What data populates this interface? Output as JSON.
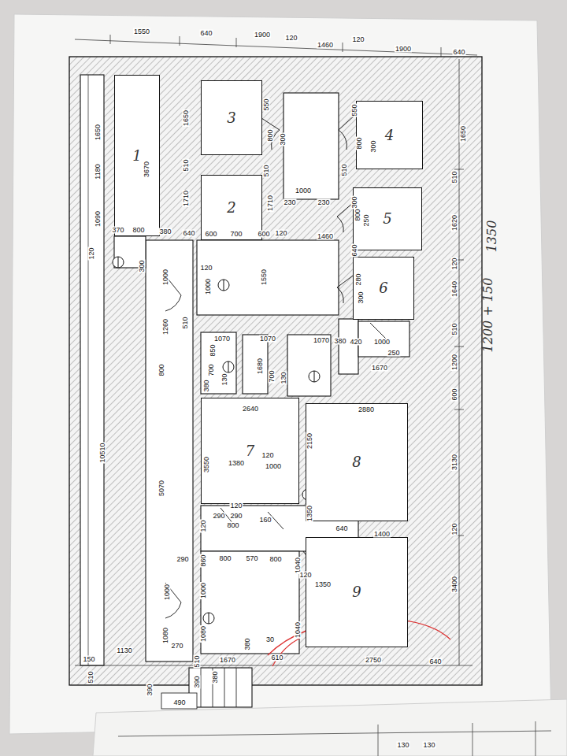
{
  "diagram": {
    "nodes": [
      {
        "text": [
          "1"
        ]
      },
      {
        "text": [
          "3"
        ]
      },
      {
        "text": [
          "4"
        ]
      },
      {
        "text": [
          "2"
        ]
      },
      {
        "text": [
          "5"
        ]
      },
      {
        "text": [
          "6"
        ]
      },
      {
        "text": [
          "7"
        ]
      },
      {
        "text": [
          "8"
        ]
      },
      {
        "text": [
          "9"
        ]
      }
    ],
    "labels": [
      "1550",
      "640",
      "1900",
      "120",
      "1460",
      "120",
      "1900",
      "640",
      "1650",
      "1180",
      "1090",
      "3670",
      "370",
      "800",
      "380",
      "640",
      "600",
      "700",
      "600",
      "120",
      "1460",
      "120",
      "300",
      "1650",
      "550",
      "800",
      "300",
      "510",
      "510",
      "1000",
      "230",
      "230",
      "1710",
      "1710",
      "550",
      "800",
      "300",
      "510",
      "300",
      "800",
      "250",
      "640",
      "280",
      "300",
      "1650",
      "510",
      "1620",
      "120",
      "1640",
      "510",
      "1200",
      "600",
      "3130",
      "120",
      "3400",
      "1350",
      "1200 + 150",
      "120",
      "1000",
      "1550",
      "1000",
      "1260",
      "510",
      "1070",
      "1070",
      "1070",
      "380",
      "420",
      "1000",
      "250",
      "1670",
      "850",
      "700",
      "130",
      "380",
      "1680",
      "700",
      "130",
      "800",
      "5070",
      "10510",
      "2640",
      "2880",
      "3550",
      "1380",
      "120",
      "1000",
      "2150",
      "1350",
      "120",
      "290",
      "290",
      "800",
      "160",
      "640",
      "1400",
      "120",
      "290",
      "800",
      "570",
      "800",
      "1040",
      "120",
      "1350",
      "860",
      "1000",
      "1000",
      "1040",
      "1080",
      "1080",
      "150",
      "1130",
      "270",
      "380",
      "30",
      "610",
      "1670",
      "2750",
      "640",
      "510",
      "510",
      "390",
      "490",
      "390",
      "380",
      "130",
      "130"
    ]
  }
}
